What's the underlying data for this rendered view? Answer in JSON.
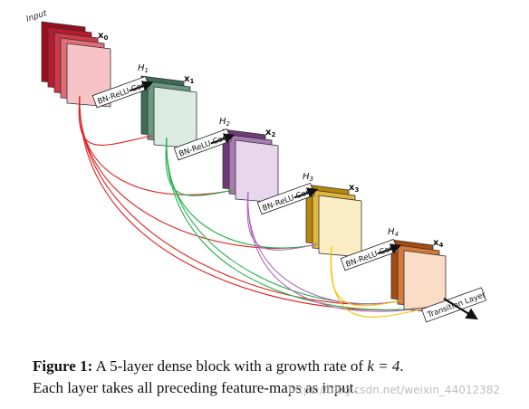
{
  "diagram": {
    "input_label": "Input",
    "layers": [
      {
        "id": "x0",
        "x_label": "x",
        "x_sub": "0",
        "h_label": "",
        "h_sub": "",
        "colors": [
          "#9c0c1e",
          "#b81a2e",
          "#cf3a4a",
          "#e06e79",
          "#f7c3c7"
        ]
      },
      {
        "id": "x1",
        "x_label": "x",
        "x_sub": "1",
        "h_label": "H",
        "h_sub": "1",
        "colors": [
          "#3e6b57",
          "#6a9a83",
          "#dcebe2"
        ]
      },
      {
        "id": "x2",
        "x_label": "x",
        "x_sub": "2",
        "h_label": "H",
        "h_sub": "2",
        "colors": [
          "#6e3a78",
          "#a87bb2",
          "#e8d7ec"
        ]
      },
      {
        "id": "x3",
        "x_label": "x",
        "x_sub": "3",
        "h_label": "H",
        "h_sub": "3",
        "colors": [
          "#b8860b",
          "#e0b73c",
          "#fbeec4"
        ]
      },
      {
        "id": "x4",
        "x_label": "x",
        "x_sub": "4",
        "h_label": "H",
        "h_sub": "4",
        "colors": [
          "#a74a12",
          "#d4793a",
          "#fbdcc6"
        ]
      }
    ],
    "op_label": "BN-ReLU-Conv",
    "transition_label": "Transition Layer",
    "connection_colors": {
      "from_x0": "#e02020",
      "from_x1": "#22b14c",
      "from_x2": "#b267be",
      "from_x3": "#f3c300"
    }
  },
  "caption": {
    "label": "Figure 1:",
    "text_before_math": " A 5-layer dense block with a growth rate of ",
    "math": "k = 4",
    "text_after_math": ".",
    "line2": "Each layer takes all preceding feature-maps as input."
  },
  "watermark": "https://blog.csdn.net/weixin_44012382"
}
